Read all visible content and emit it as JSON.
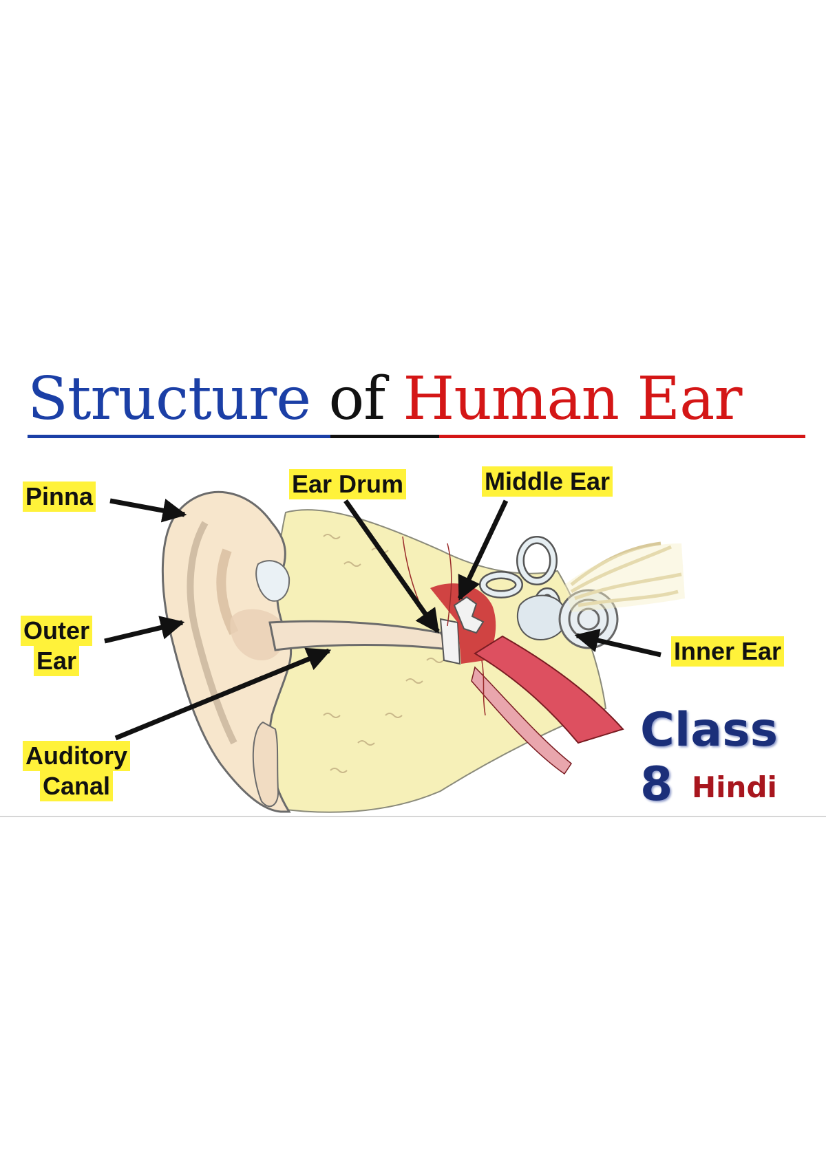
{
  "title": {
    "part1": "Structure",
    "part2": "of",
    "part3": "Human Ear"
  },
  "labels": {
    "pinna": "Pinna",
    "ear_drum": "Ear Drum",
    "middle_ear": "Middle Ear",
    "outer_ear_1": "Outer",
    "outer_ear_2": "Ear",
    "inner_ear": "Inner Ear",
    "auditory_canal_1": "Auditory",
    "auditory_canal_2": "Canal"
  },
  "badge": {
    "class": "Class 8",
    "language": "Hindi"
  },
  "colors": {
    "title_blue": "#1b3fa6",
    "title_red": "#d41616",
    "label_highlight": "#fff23a",
    "class_navy": "#1b2f7a",
    "hindi_red": "#a8161e"
  }
}
